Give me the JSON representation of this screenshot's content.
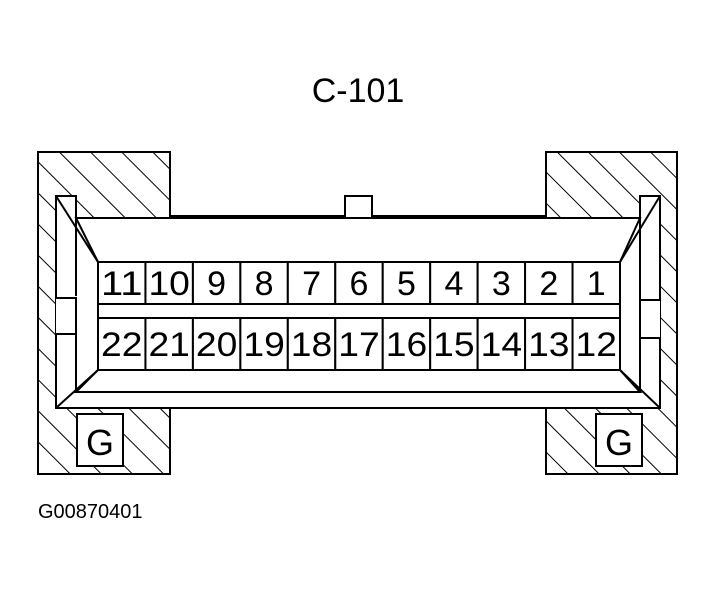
{
  "title": "C-101",
  "figure_id": "G00870401",
  "ground_label_left": "G",
  "ground_label_right": "G",
  "top_row_pins": [
    "11",
    "10",
    "9",
    "8",
    "7",
    "6",
    "5",
    "4",
    "3",
    "2",
    "1"
  ],
  "bottom_row_pins": [
    "22",
    "21",
    "20",
    "19",
    "18",
    "17",
    "16",
    "15",
    "14",
    "13",
    "12"
  ]
}
